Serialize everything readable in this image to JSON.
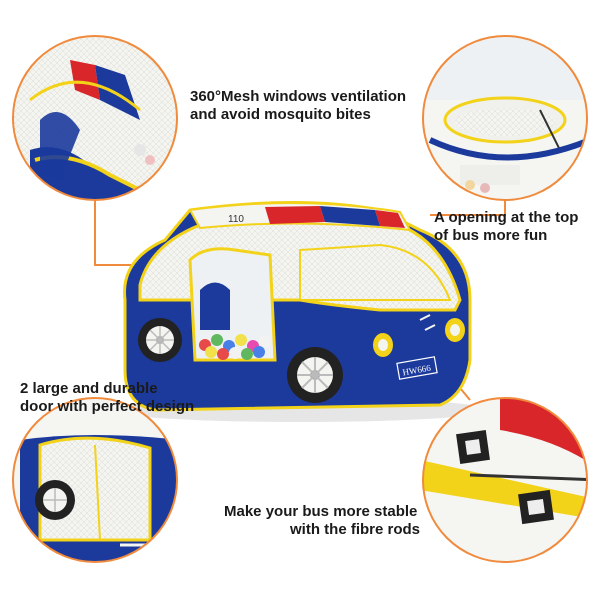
{
  "colors": {
    "connector": "#f08a3c",
    "tent_blue": "#1b3a9c",
    "tent_blue_dark": "#122a78",
    "trim_yellow": "#f3d21a",
    "mesh_white": "#f2f2ee",
    "roof_red": "#d8262a",
    "tire": "#222222"
  },
  "captions": {
    "mesh": [
      "360°Mesh windows ventilation",
      "and avoid mosquito bites"
    ],
    "opening": [
      "A opening at the top",
      "of bus more fun"
    ],
    "door": [
      "2 large and durable",
      "door with perfect design"
    ],
    "rods": [
      "Make your bus more stable",
      "with the fibre rods"
    ]
  },
  "tent_text": {
    "plate": "HW666",
    "roof_number": "110"
  },
  "icons": [
    "wheel-icon",
    "headlight-icon",
    "velcro-strap-icon"
  ]
}
